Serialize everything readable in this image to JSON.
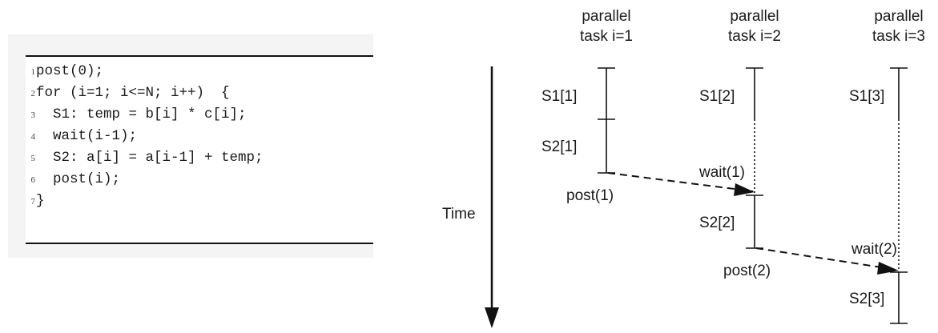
{
  "code": {
    "lines": [
      {
        "num": "1",
        "text": "post(0);"
      },
      {
        "num": "2",
        "text": "for (i=1; i<=N; i++)  {"
      },
      {
        "num": "3",
        "text": "  S1: temp = b[i] * c[i];"
      },
      {
        "num": "4",
        "text": "  wait(i-1);"
      },
      {
        "num": "5",
        "text": "  S2: a[i] = a[i-1] + temp;"
      },
      {
        "num": "6",
        "text": "  post(i);"
      },
      {
        "num": "7",
        "text": "}"
      }
    ]
  },
  "diagram": {
    "time_label": "Time",
    "tasks": [
      {
        "title_line1": "parallel",
        "title_line2": "task i=1",
        "s1": "S1[1]",
        "s2": "S2[1]",
        "post": "post(1)"
      },
      {
        "title_line1": "parallel",
        "title_line2": "task i=2",
        "s1": "S1[2]",
        "s2": "S2[2]",
        "wait": "wait(1)",
        "post": "post(2)"
      },
      {
        "title_line1": "parallel",
        "title_line2": "task i=3",
        "s1": "S1[3]",
        "s2": "S2[3]",
        "wait": "wait(2)"
      }
    ]
  },
  "colors": {
    "ink": "#1a1a1a",
    "panel_bg": "#f4f4f4"
  }
}
